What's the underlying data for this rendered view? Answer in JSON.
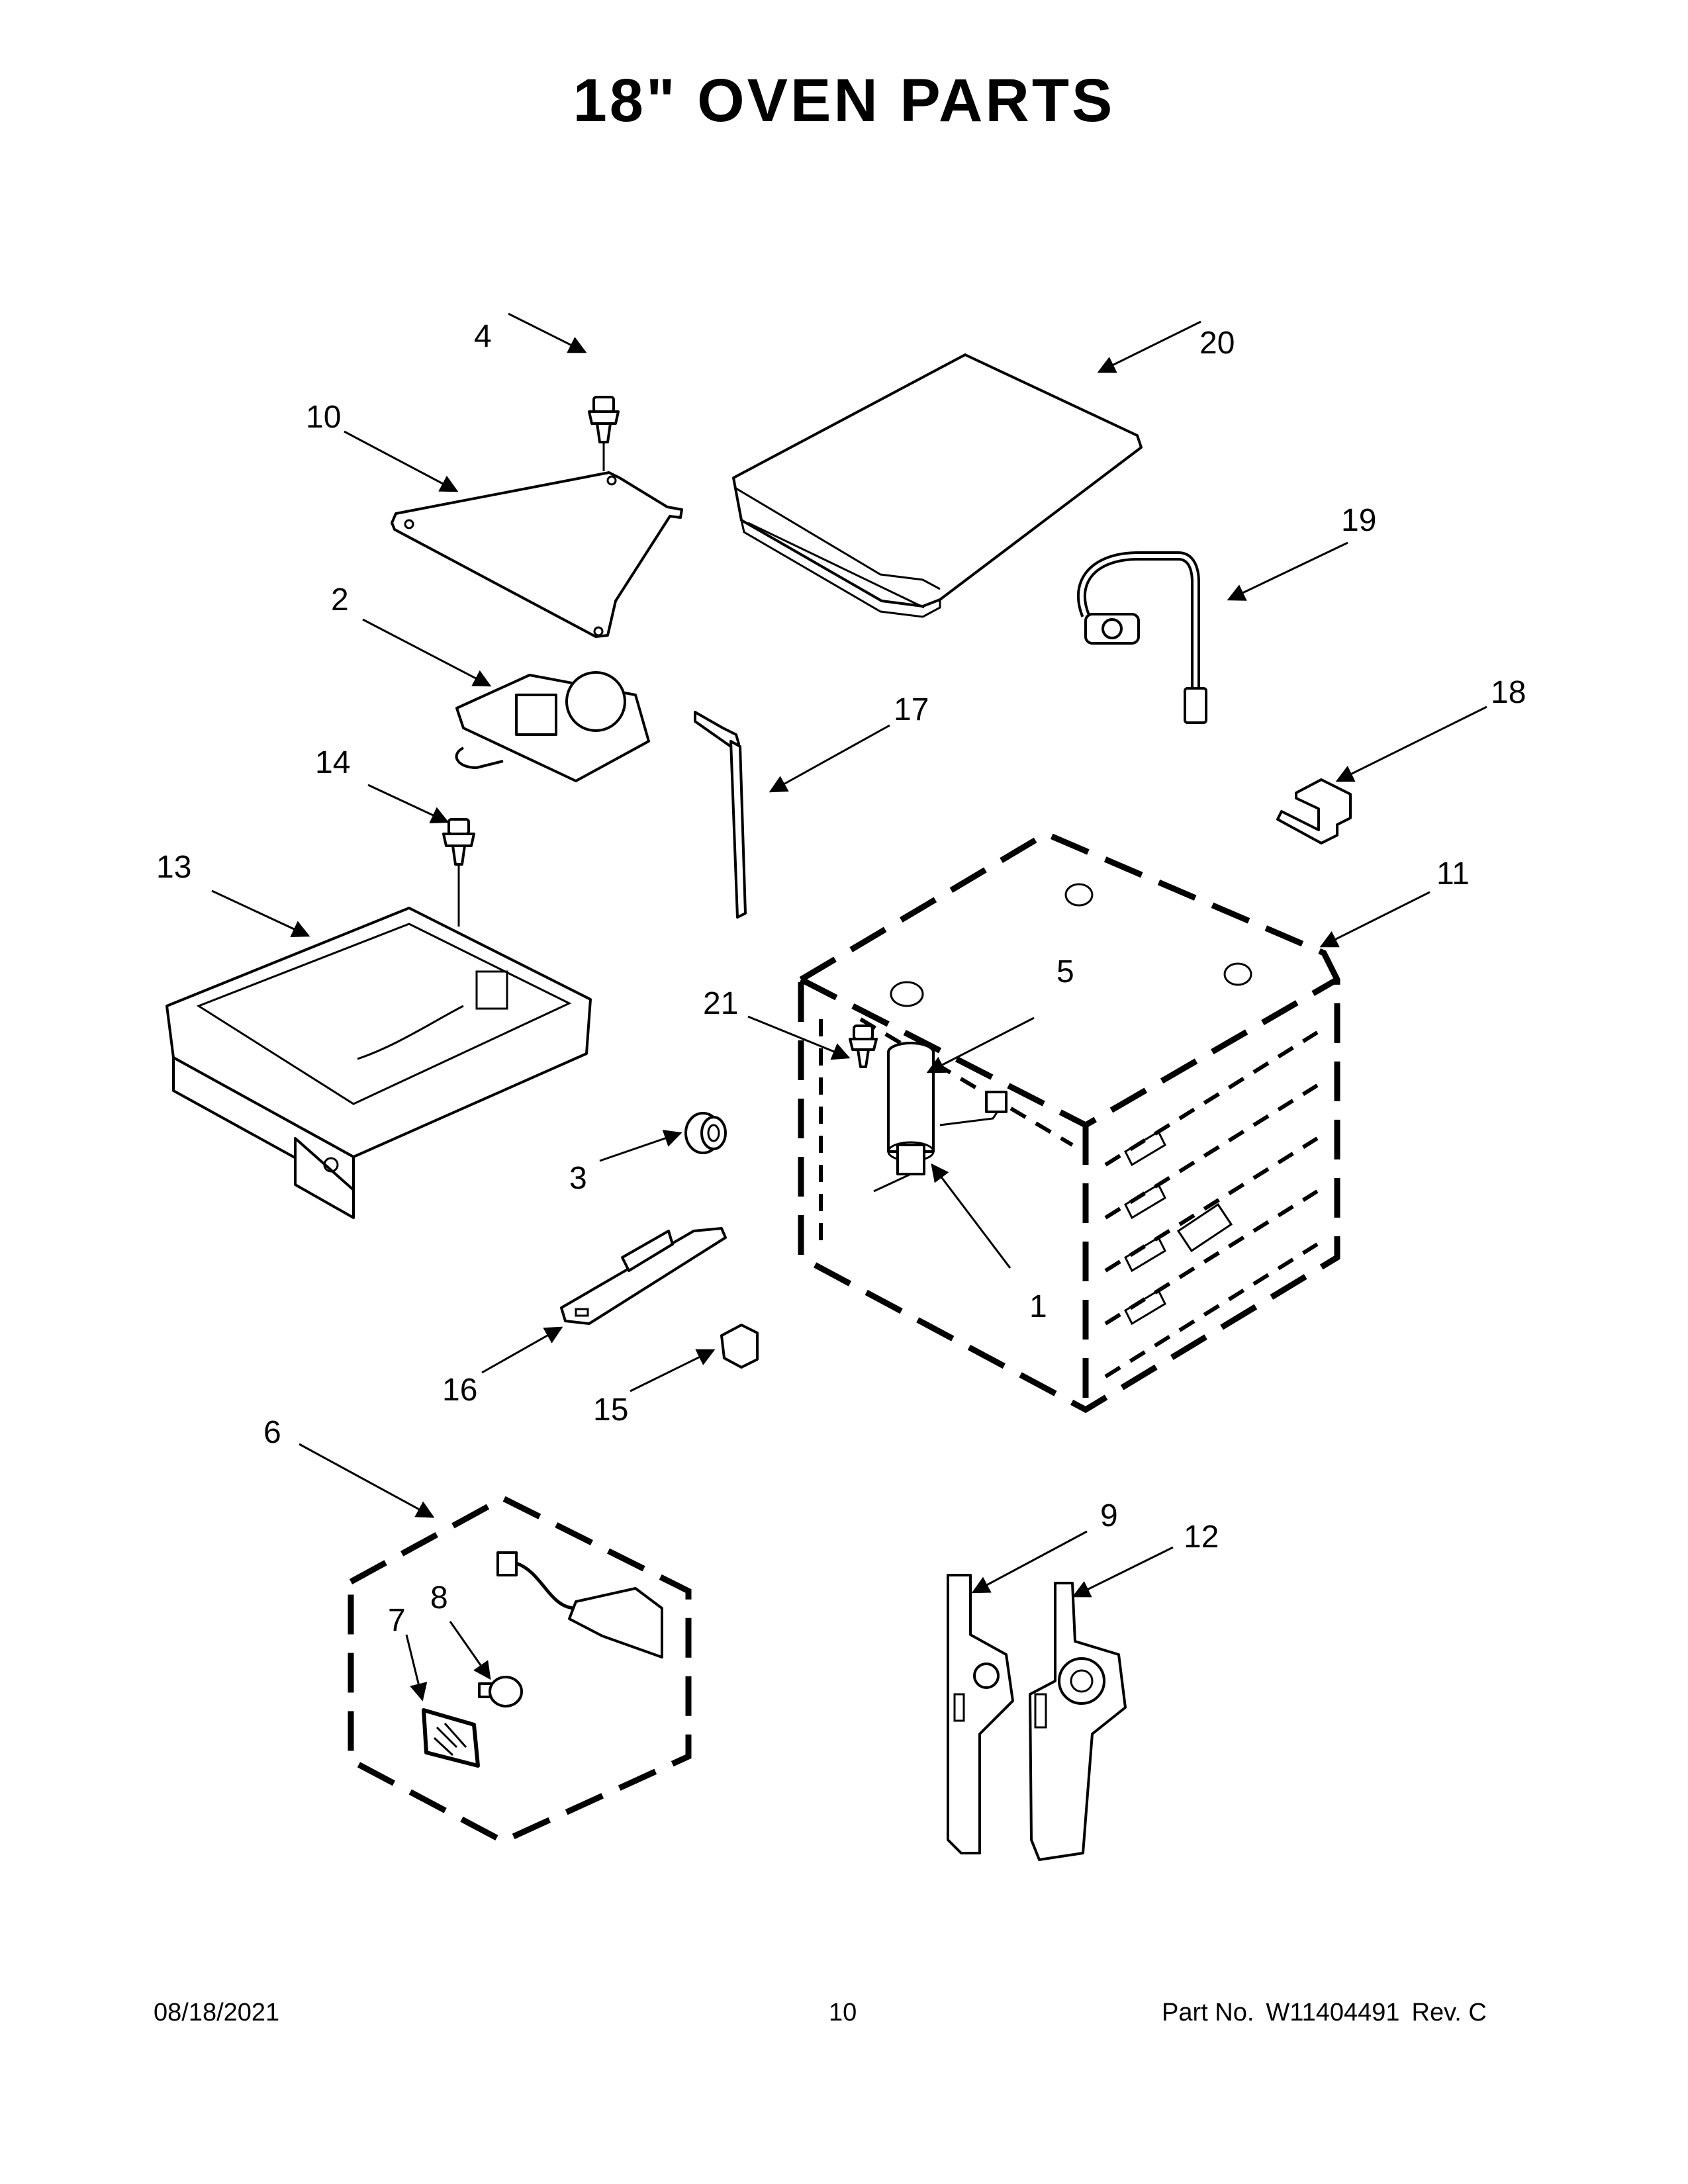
{
  "page": {
    "title": "18\" OVEN PARTS",
    "footer": {
      "date": "08/18/2021",
      "page_number": "10",
      "part_prefix": "Part No.",
      "part_number": "W11404491",
      "revision": "Rev. C"
    }
  },
  "callouts": [
    "1",
    "2",
    "3",
    "4",
    "5",
    "6",
    "7",
    "8",
    "9",
    "10",
    "11",
    "12",
    "13",
    "14",
    "15",
    "16",
    "17",
    "18",
    "19",
    "20",
    "21"
  ]
}
